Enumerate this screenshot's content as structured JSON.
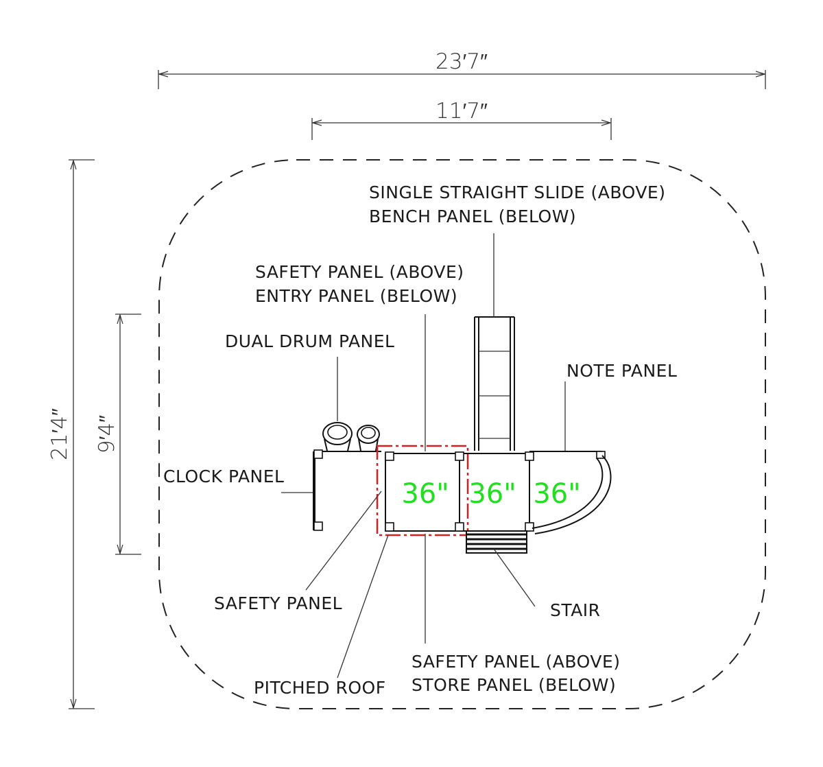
{
  "dimensions": {
    "overall_width": "23′7″",
    "inner_width": "11′7″",
    "overall_depth": "21′4″",
    "inner_depth": "9′4″"
  },
  "labels": {
    "slide_line1": "SINGLE STRAIGHT SLIDE (ABOVE)",
    "slide_line2": "BENCH PANEL (BELOW)",
    "safety_entry_line1": "SAFETY PANEL (ABOVE)",
    "safety_entry_line2": "ENTRY PANEL (BELOW)",
    "dual_drum": "DUAL DRUM PANEL",
    "note_panel": "NOTE PANEL",
    "clock_panel": "CLOCK PANEL",
    "safety_panel": "SAFETY PANEL",
    "stair": "STAIR",
    "safety_store_line1": "SAFETY PANEL (ABOVE)",
    "safety_store_line2": "STORE PANEL (BELOW)",
    "pitched_roof": "PITCHED ROOF"
  },
  "deck_sizes": [
    "36\"",
    "36\"",
    "36\""
  ],
  "colors": {
    "deck_size_text": "#22dd22",
    "roof_outline": "#d42020",
    "line": "#111111"
  }
}
